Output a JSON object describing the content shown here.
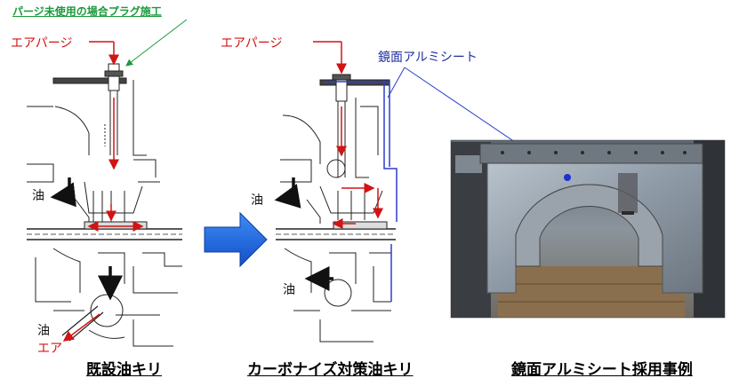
{
  "left_panel": {
    "note_plug": "パージ未使用の場合プラグ施工",
    "air_purge": "エアパージ",
    "oil": "油",
    "oil_bottom": "油",
    "air": "エア",
    "caption": "既設油キリ"
  },
  "middle_panel": {
    "air_purge": "エアパージ",
    "oil": "油",
    "oil_bottom": "油",
    "caption": "カーボナイズ対策油キリ"
  },
  "right_panel": {
    "mirror_label": "鏡面アルミシート",
    "caption": "鏡面アルミシート採用事例"
  },
  "colors": {
    "red_arrow": "#d11414",
    "blue_arrow": "#1a64e0",
    "green_callout": "#1a9a3a",
    "blue_callout": "#1f2f9e"
  }
}
